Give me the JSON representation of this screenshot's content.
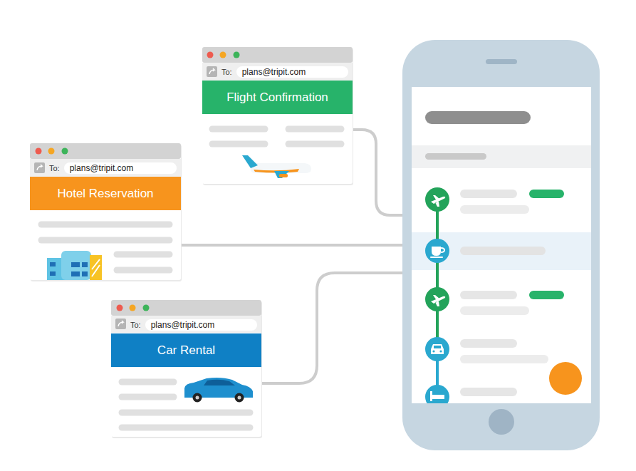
{
  "diagram": {
    "nodes": [
      {
        "text": [
          "To:",
          "plans@tripit.com",
          "Flight Confirmation"
        ]
      },
      {
        "text": [
          "To:",
          "plans@tripit.com",
          "Hotel Reservation"
        ]
      },
      {
        "text": [
          "To:",
          "plans@tripit.com",
          "Car Rental"
        ]
      }
    ]
  }
}
